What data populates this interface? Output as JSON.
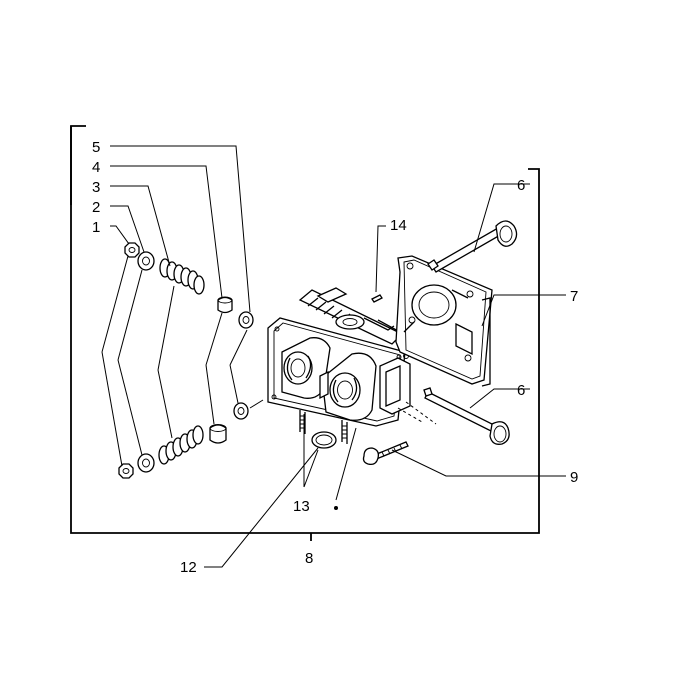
{
  "callouts": [
    {
      "id": "c1",
      "text": "1"
    },
    {
      "id": "c2",
      "text": "2"
    },
    {
      "id": "c3",
      "text": "3"
    },
    {
      "id": "c4",
      "text": "4"
    },
    {
      "id": "c5",
      "text": "5"
    },
    {
      "id": "c6a",
      "text": "6"
    },
    {
      "id": "c6b",
      "text": "6"
    },
    {
      "id": "c7",
      "text": "7"
    },
    {
      "id": "c8",
      "text": "8"
    },
    {
      "id": "c9",
      "text": "9"
    },
    {
      "id": "c12",
      "text": "12"
    },
    {
      "id": "c13",
      "text": "13"
    },
    {
      "id": "c14",
      "text": "14"
    }
  ],
  "colors": {
    "ink": "#000000",
    "paper": "#ffffff"
  }
}
